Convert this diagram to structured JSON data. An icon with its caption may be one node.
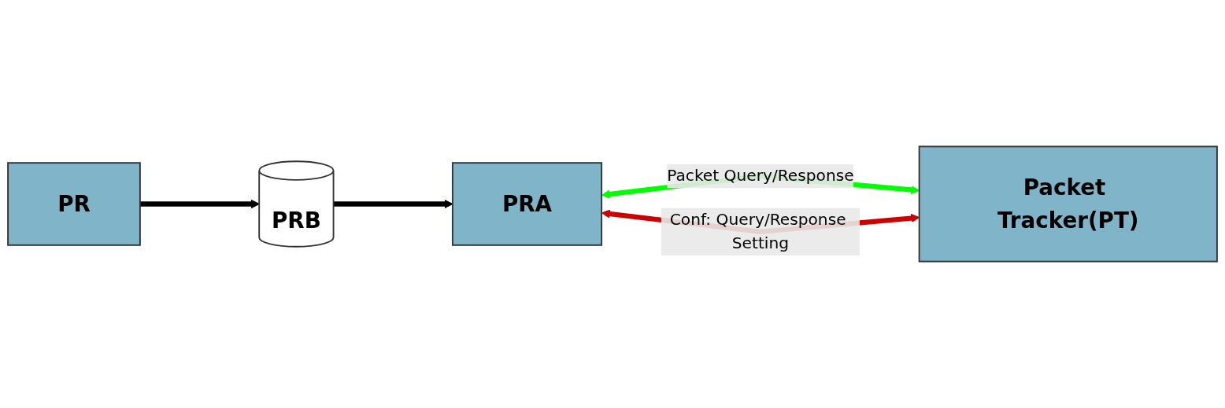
{
  "diagram": {
    "nodes": [
      {
        "text": [
          "PRB"
        ]
      },
      {
        "text": [
          "PRA"
        ]
      },
      {
        "text": [
          "Packet Tracker(PT)"
        ]
      },
      {
        "text": [
          "PR"
        ]
      }
    ],
    "edges": [
      {
        "from": 0,
        "to": 1,
        "arrow": "to"
      },
      {
        "from": 1,
        "to": 2,
        "arrow": "both",
        "color": "#00ff00",
        "label": "Packet Query/Response"
      },
      {
        "from": 1,
        "to": 2,
        "arrow": "both",
        "color": "#cc0000",
        "label": "Conf: Query/Response Setting"
      },
      {
        "from": 3,
        "to": 0,
        "arrow": "to"
      }
    ]
  }
}
